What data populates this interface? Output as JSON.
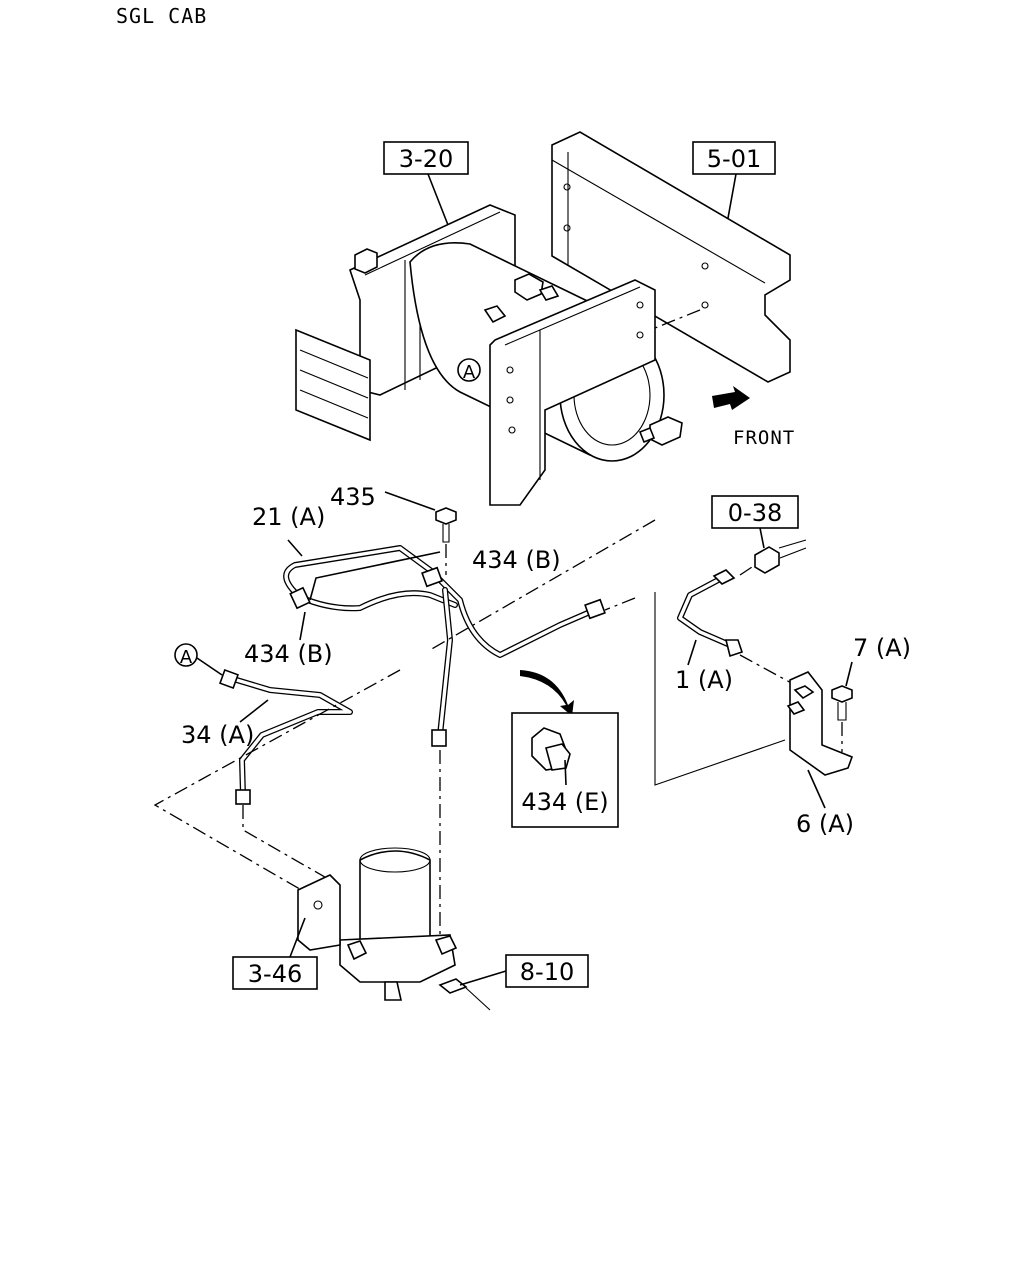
{
  "header": {
    "cab_type": "SGL CAB"
  },
  "direction": {
    "label": "FRONT"
  },
  "refs": {
    "ref_3_20": "3-20",
    "ref_5_01": "5-01",
    "ref_0_38": "0-38",
    "ref_3_46": "3-46",
    "ref_8_10": "8-10"
  },
  "callouts": {
    "c435": "435",
    "c21a": "21 (A)",
    "c434b_upper": "434 (B)",
    "c434b_lower": "434 (B)",
    "c34a": "34 (A)",
    "c1a": "1 (A)",
    "c7a": "7 (A)",
    "c6a": "6 (A)",
    "c434e": "434 (E)"
  },
  "circle_marks": {
    "top": "A",
    "left": "A"
  }
}
